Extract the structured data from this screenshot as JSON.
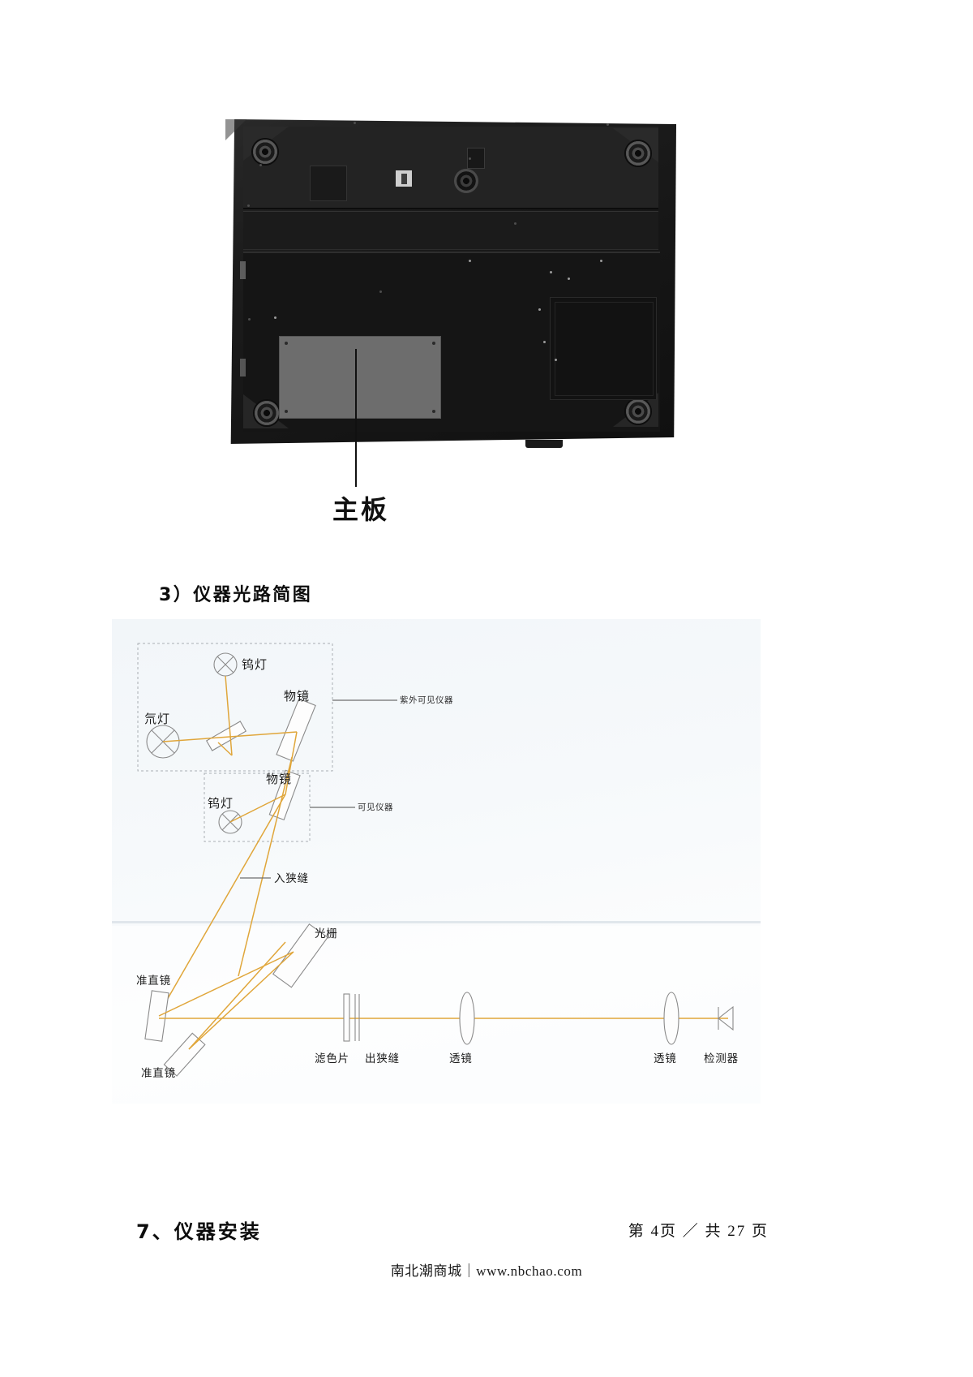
{
  "photo": {
    "caption": "主板",
    "alt_name": "instrument-bottom-panel-photo"
  },
  "section3": {
    "heading": "3）仪器光路简图"
  },
  "optical_diagram": {
    "labels": {
      "tungsten_lamp_top": "钨灯",
      "deuterium_lamp": "氘灯",
      "objective_top": "物镜",
      "uv_vis_instrument": "紫外可见仪器",
      "objective_mid": "物镜",
      "tungsten_lamp_mid": "钨灯",
      "vis_instrument": "可见仪器",
      "entrance_slit": "入狭缝",
      "grating": "光栅",
      "collimator_upper": "准直镜",
      "collimator_lower": "准直镜",
      "color_filter": "滤色片",
      "exit_slit": "出狭缝",
      "lens_1": "透镜",
      "lens_2": "透镜",
      "detector": "检测器"
    },
    "colors": {
      "beam": "#e8a93a",
      "optic_outline": "#6b6b6b",
      "dashed_box": "#9aa0a6",
      "leader": "#6e6e6e",
      "background": "#f4f8fa"
    }
  },
  "section7": {
    "heading": "7、仪器安装"
  },
  "footer": {
    "page_number": "第 4页 ／ 共 27 页",
    "site": "南北潮商城｜www.nbchao.com"
  }
}
